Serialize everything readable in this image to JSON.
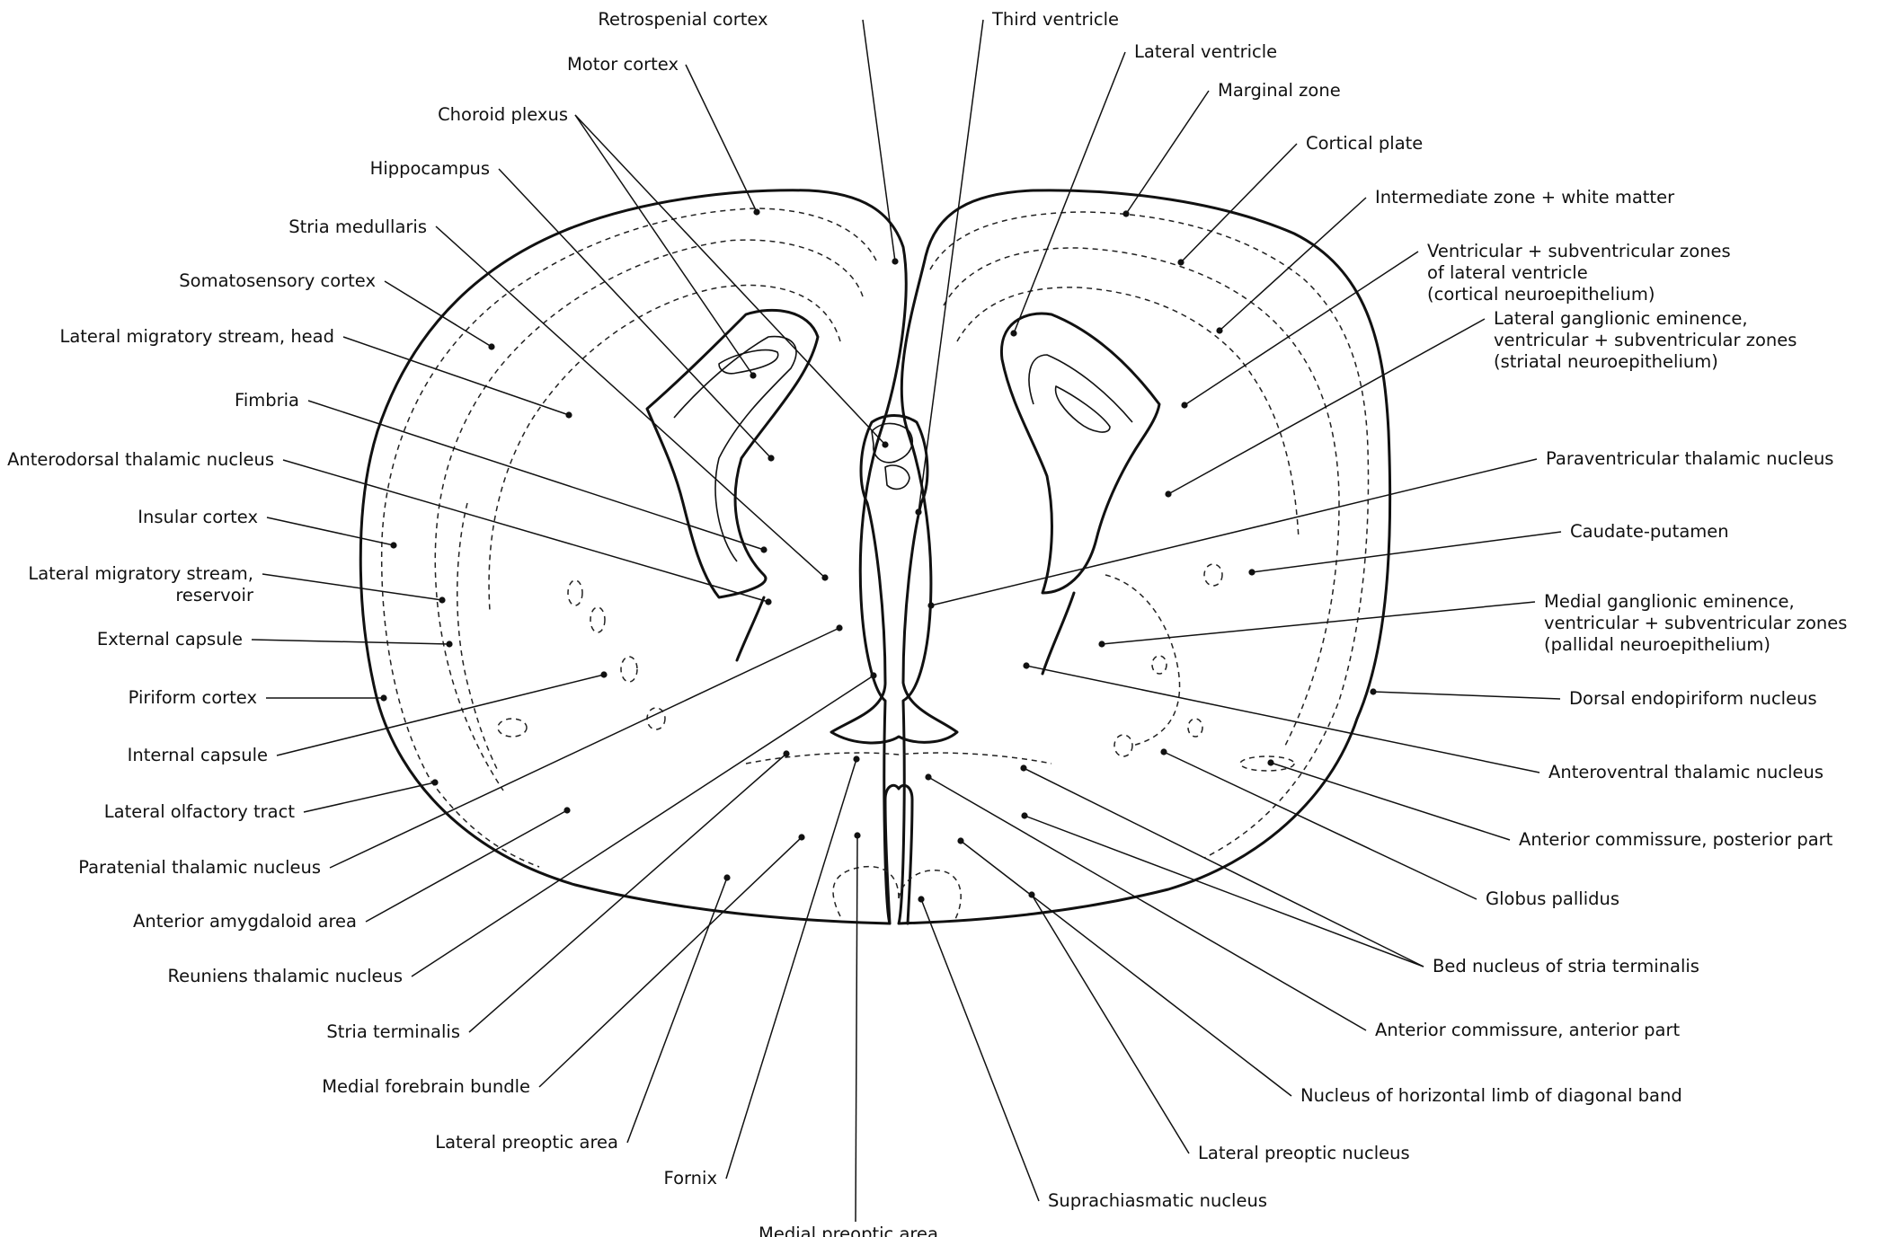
{
  "labels_left": [
    "Motor cortex",
    "Choroid plexus",
    "Hippocampus",
    "Stria medullaris",
    "Somatosensory cortex",
    "Lateral migratory stream, head",
    "Fimbria",
    "Anterodorsal thalamic nucleus",
    "Insular cortex",
    [
      "Lateral migratory stream,",
      "reservoir"
    ],
    "External capsule",
    "Piriform cortex",
    "Internal capsule",
    "Lateral olfactory tract",
    "Paratenial thalamic nucleus",
    "Anterior amygdaloid area",
    "Reuniens thalamic nucleus",
    "Stria terminalis",
    "Medial forebrain bundle",
    "Lateral preoptic area",
    "Fornix"
  ],
  "labels_top": [
    "Retrospenial cortex",
    "Third ventricle"
  ],
  "labels_right": [
    "Lateral ventricle",
    "Marginal zone",
    "Cortical plate",
    "Intermediate zone + white matter",
    [
      "Ventricular + subventricular zones",
      "of lateral ventricle",
      "(cortical neuroepithelium)"
    ],
    [
      "Lateral ganglionic eminence,",
      "ventricular + subventricular zones",
      "(striatal neuroepithelium)"
    ],
    "Paraventricular thalamic nucleus",
    "Caudate-putamen",
    [
      "Medial ganglionic eminence,",
      "ventricular + subventricular zones",
      "(pallidal neuroepithelium)"
    ],
    "Dorsal endopiriform nucleus",
    "Anteroventral thalamic nucleus",
    "Anterior commissure, posterior part",
    "Globus pallidus",
    "Bed nucleus of stria terminalis",
    "Anterior commissure, anterior part",
    "Nucleus of horizontal limb of diagonal band",
    "Lateral preoptic nucleus",
    "Suprachiasmatic nucleus"
  ],
  "labels_bottom": [
    "Medial preoptic area"
  ]
}
